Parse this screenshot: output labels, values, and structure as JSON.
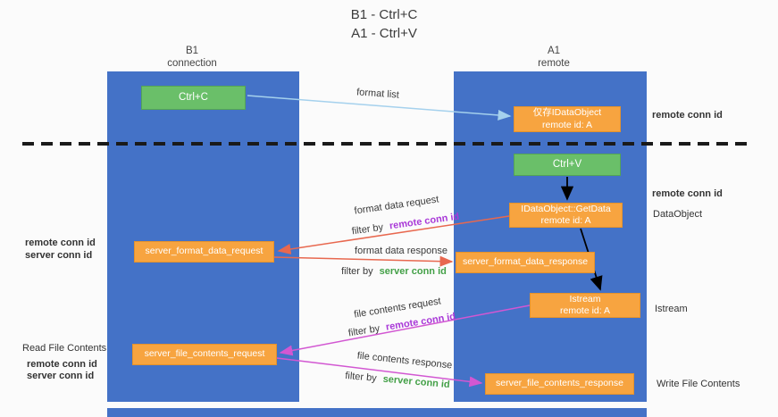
{
  "title": {
    "line1": "B1 - Ctrl+C",
    "line2": "A1 - Ctrl+V"
  },
  "lanes": {
    "left": {
      "name": "B1",
      "role": "connection"
    },
    "right": {
      "name": "A1",
      "role": "remote"
    }
  },
  "boxes": {
    "ctrl_c": {
      "label": "Ctrl+C"
    },
    "ctrl_v": {
      "label": "Ctrl+V"
    },
    "idataobject": {
      "line1": "仅存IDataObject",
      "line2": "remote id: A"
    },
    "getdata": {
      "line1": "IDataObject::GetData",
      "line2": "remote id: A"
    },
    "istream": {
      "line1": "Istream",
      "line2": "remote id: A"
    },
    "server_format_data_request": {
      "label": "server_format_data_request"
    },
    "server_format_data_response": {
      "label": "server_format_data_response"
    },
    "server_file_contents_request": {
      "label": "server_file_contents_request"
    },
    "server_file_contents_response": {
      "label": "server_file_contents_response"
    }
  },
  "edge_labels": {
    "format_list": "format list",
    "format_data_request": "format data request",
    "format_data_response": "format data response",
    "file_contents_request": "file contents request",
    "file_contents_response": "file contents response",
    "filter_by": "filter by",
    "remote_conn_id": "remote conn id",
    "server_conn_id": "server conn id"
  },
  "side_labels": {
    "remote_conn_id_top_right": "remote conn id",
    "remote_conn_id_mid_right": "remote conn id",
    "dataobject": "DataObject",
    "istream": "Istream",
    "read_file_contents": "Read File Contents",
    "write_file_contents": "Write File Contents",
    "remote_conn_id_left_1": "remote conn id",
    "server_conn_id_left_1": "server conn id",
    "remote_conn_id_left_2": "remote conn id",
    "server_conn_id_left_2": "server conn id"
  },
  "colors": {
    "lane_fill": "#4472c7",
    "box_orange": "#f7a440",
    "box_green": "#6abf69",
    "text_purple": "#a939d8",
    "text_green": "#43a047",
    "arrow_red": "#e8684f",
    "arrow_magenta": "#d257d2",
    "arrow_blue": "#a5d1ed",
    "arrow_black": "#000000",
    "dashed_line": "#1a1a1a"
  }
}
